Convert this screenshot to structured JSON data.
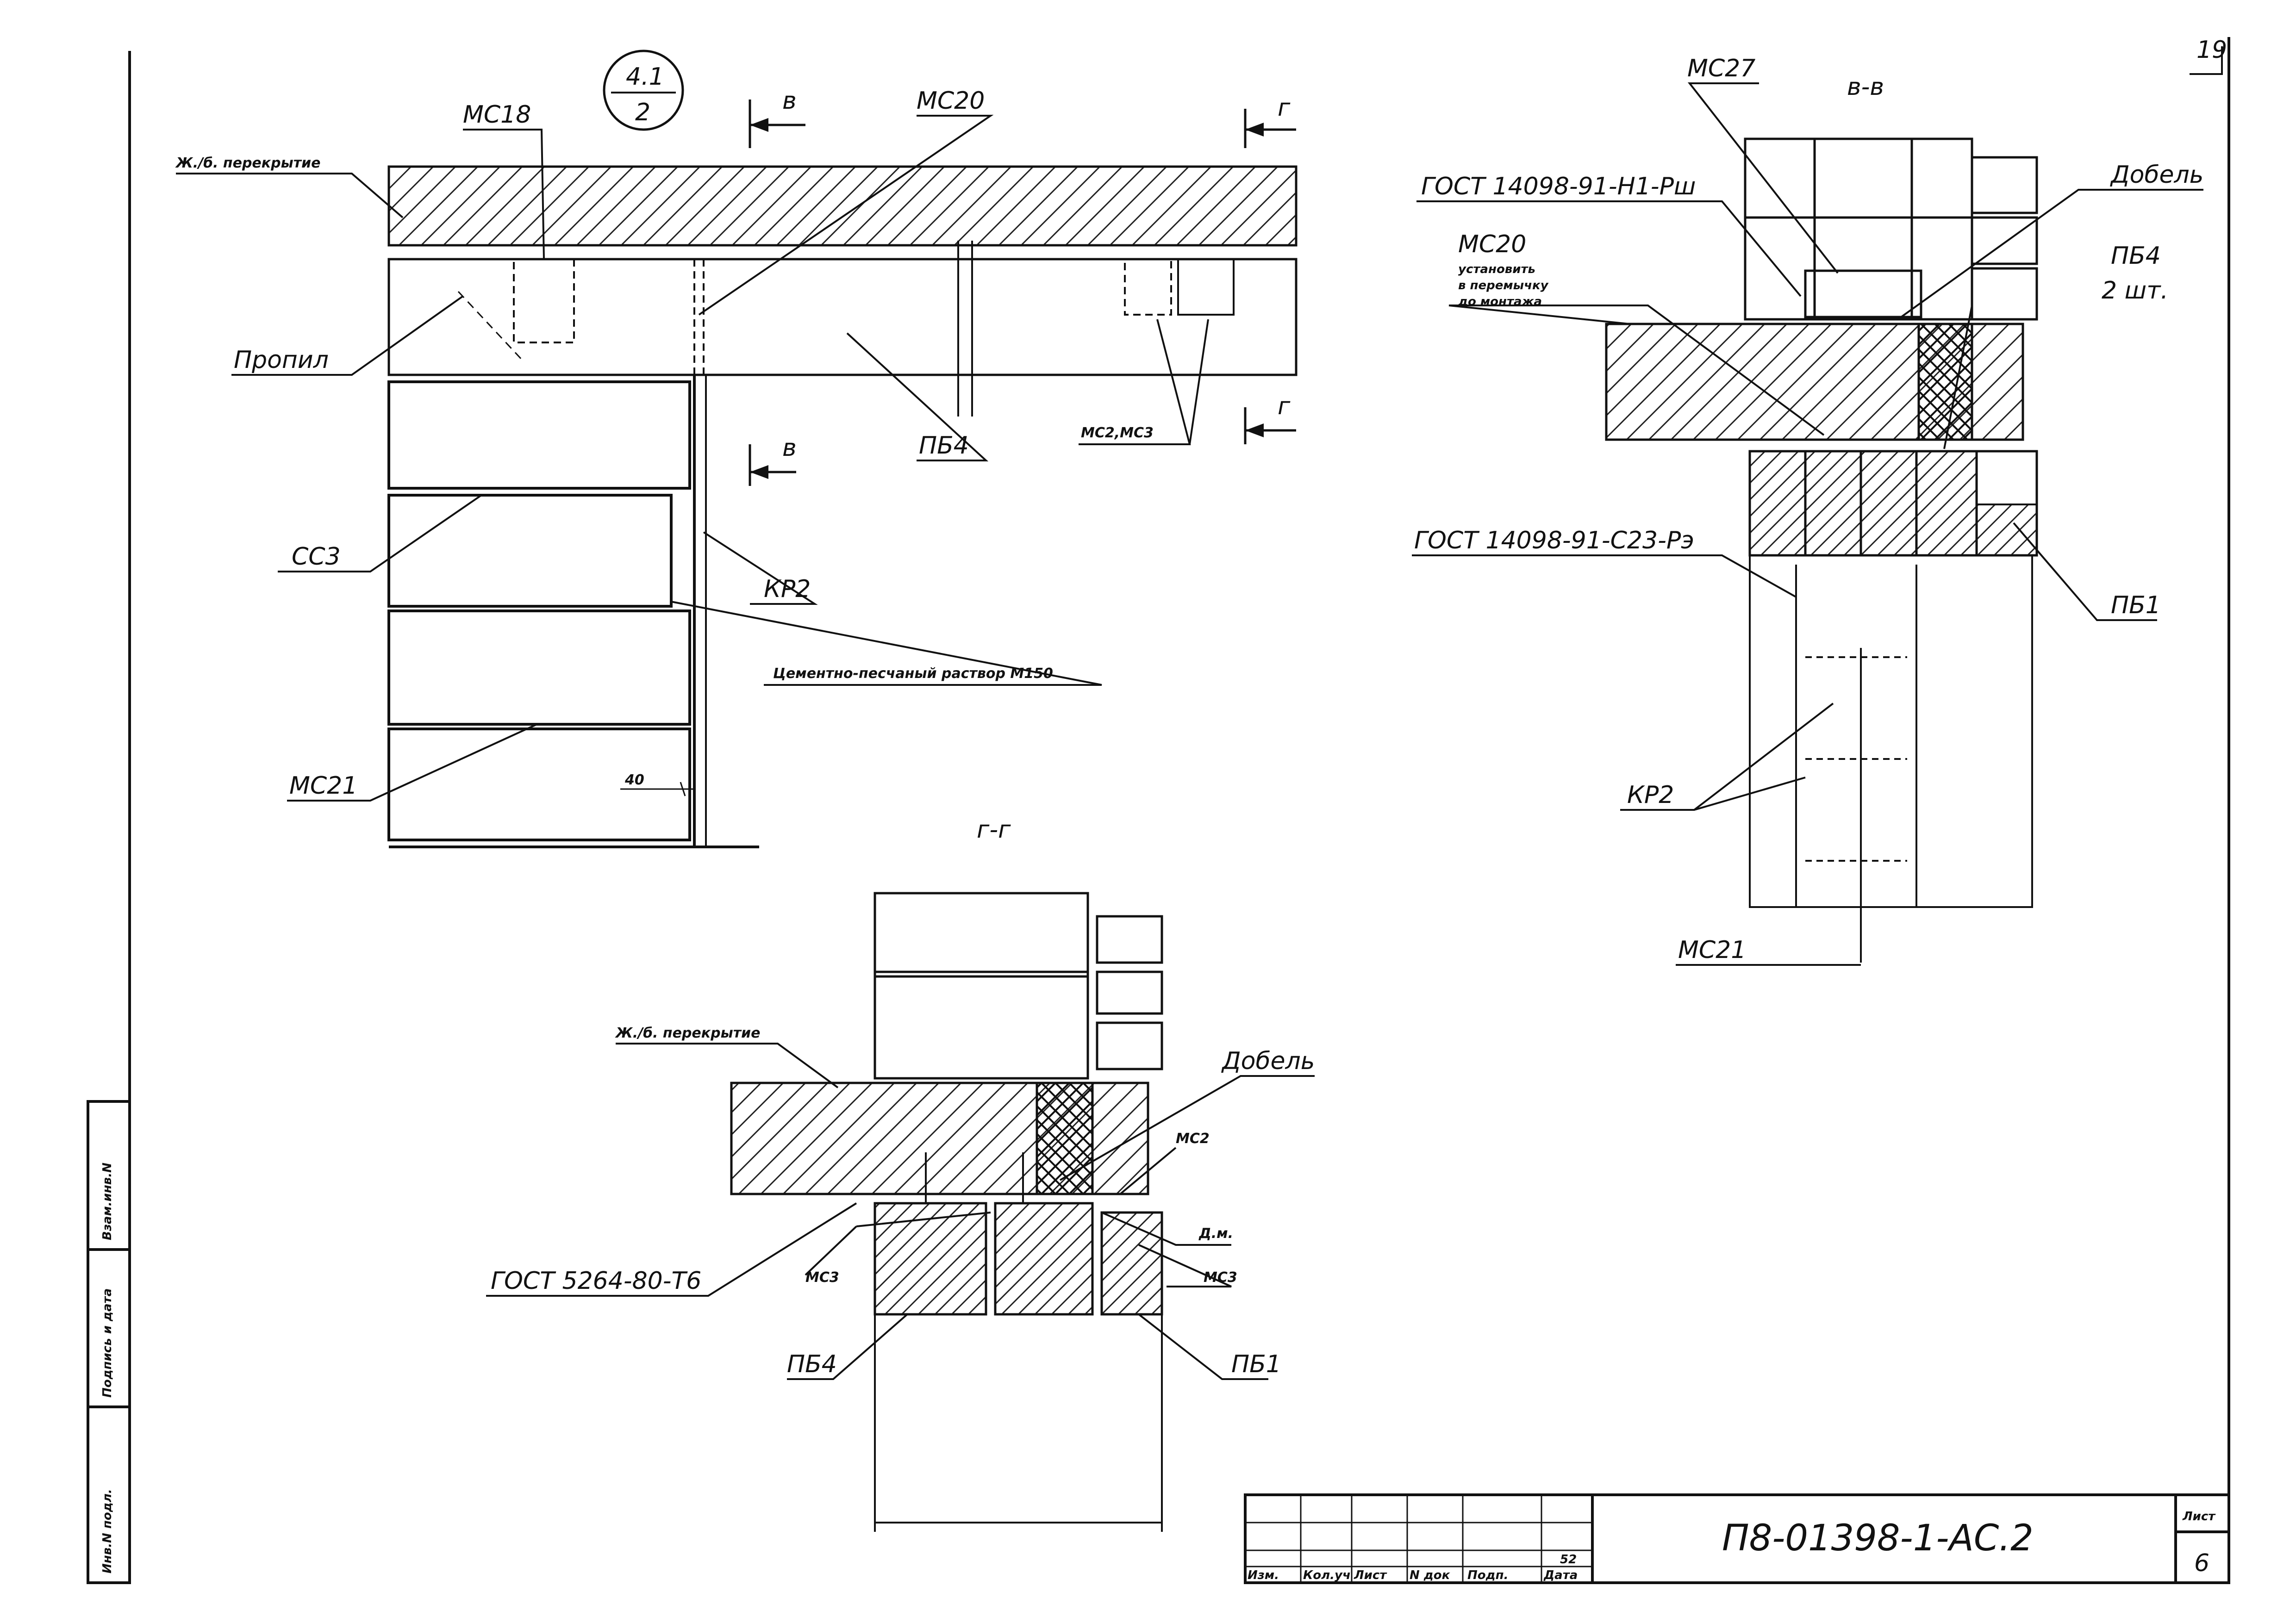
{
  "sheet_corner_number": "19",
  "plan_view": {
    "marker_top": "4.1",
    "marker_bottom": "2",
    "section_b": "в",
    "section_g": "г",
    "labels": {
      "ms18": "МС18",
      "ms20": "МС20",
      "slab": "Ж./б. перекрытие",
      "cut": "Пропил",
      "pb4": "ПБ4",
      "ms2_ms3": "МС2,МС3",
      "ss3": "СС3",
      "kr2": "КР2",
      "mortar": "Цементно-песчаный раствор М150",
      "ms21": "МС21",
      "dim_40": "40"
    }
  },
  "section_bb": {
    "title": "в-в",
    "labels": {
      "ms27": "МС27",
      "gost_n1": "ГОСТ 14098-91-Н1-Рш",
      "dowel": "Добель",
      "ms20": "МС20",
      "ms20_note_1": "установить",
      "ms20_note_2": "в перемычку",
      "ms20_note_3": "до монтажа",
      "pb4": "ПБ4",
      "pb4_qty": "2 шт.",
      "gost_s23": "ГОСТ 14098-91-С23-Рэ",
      "pb1": "ПБ1",
      "kr2": "КР2",
      "ms21": "МС21"
    }
  },
  "section_gg": {
    "title": "г-г",
    "labels": {
      "slab": "Ж./б. перекрытие",
      "dowel": "Добель",
      "ms2": "МС2",
      "dm": "Д.м.",
      "gost_t6": "ГОСТ 5264-80-Т6",
      "ms3_left": "МС3",
      "ms3_right": "МС3",
      "pb4": "ПБ4",
      "pb1": "ПБ1"
    }
  },
  "side_stamp": {
    "cell_1": "Инв.N подл.",
    "cell_2": "Подпись и дата",
    "cell_3": "Взам.инв.N"
  },
  "title_block": {
    "doc_code": "П8-01398-1-АС.2",
    "sheet_label": "Лист",
    "sheet_number": "6",
    "mark": "52",
    "col_izm": "Изм.",
    "col_koluch": "Кол.уч",
    "col_list": "Лист",
    "col_ndok": "N док",
    "col_podp": "Подп.",
    "col_data": "Дата"
  }
}
